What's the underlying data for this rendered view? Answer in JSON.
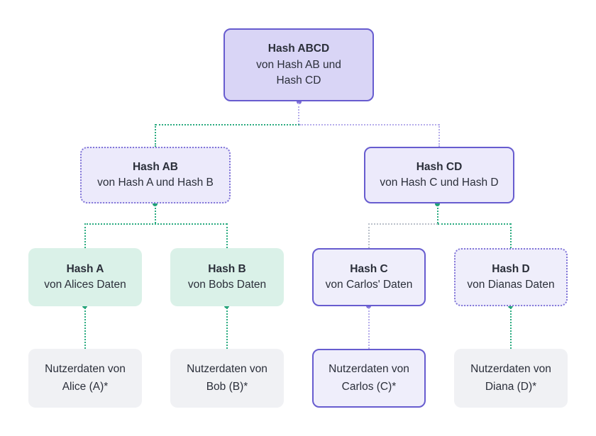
{
  "diagram": {
    "type": "merkle-tree",
    "language": "de"
  },
  "palette": {
    "purple_border_solid": "#675ccf",
    "purple_border_dotted": "#8276d8",
    "root_fill": "#d9d5f6",
    "level2_fill": "#eceafb",
    "mint_fill": "#daf1e8",
    "lavender_fill": "#efeefb",
    "gray_fill": "#f0f1f4",
    "text": "#2b2f3a",
    "connector_green": "#2aab80",
    "connector_light_purple": "#b6adeb",
    "connector_gray": "#bac0c9",
    "dot_green": "#1fa176",
    "dot_purple": "#7b6cd9"
  },
  "nodes": {
    "abcd": {
      "title": "Hash ABCD",
      "sub1": "von Hash AB und",
      "sub2": "Hash CD"
    },
    "ab": {
      "title": "Hash AB",
      "sub1": "von Hash A und Hash B"
    },
    "cd": {
      "title": "Hash CD",
      "sub1": "von Hash C und Hash D"
    },
    "a": {
      "title": "Hash A",
      "sub1": "von Alices Daten"
    },
    "b": {
      "title": "Hash B",
      "sub1": "von Bobs Daten"
    },
    "c": {
      "title": "Hash C",
      "sub1": "von Carlos' Daten"
    },
    "d": {
      "title": "Hash D",
      "sub1": "von Dianas Daten"
    },
    "leaf_a": {
      "line1": "Nutzerdaten von",
      "line2": "Alice (A)*"
    },
    "leaf_b": {
      "line1": "Nutzerdaten von",
      "line2": "Bob (B)*"
    },
    "leaf_c": {
      "line1": "Nutzerdaten von",
      "line2": "Carlos (C)*"
    },
    "leaf_d": {
      "line1": "Nutzerdaten von",
      "line2": "Diana (D)*"
    }
  }
}
